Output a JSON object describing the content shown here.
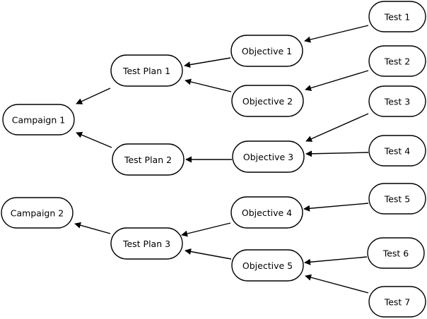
{
  "nodes": [
    {
      "id": "campaign-1",
      "label": "Campaign 1"
    },
    {
      "id": "campaign-2",
      "label": "Campaign 2"
    },
    {
      "id": "test-plan-1",
      "label": "Test Plan 1"
    },
    {
      "id": "test-plan-2",
      "label": "Test Plan 2"
    },
    {
      "id": "test-plan-3",
      "label": "Test Plan 3"
    },
    {
      "id": "objective-1",
      "label": "Objective 1"
    },
    {
      "id": "objective-2",
      "label": "Objective 2"
    },
    {
      "id": "objective-3",
      "label": "Objective 3"
    },
    {
      "id": "objective-4",
      "label": "Objective 4"
    },
    {
      "id": "objective-5",
      "label": "Objective 5"
    },
    {
      "id": "test-1",
      "label": "Test 1"
    },
    {
      "id": "test-2",
      "label": "Test 2"
    },
    {
      "id": "test-3",
      "label": "Test 3"
    },
    {
      "id": "test-4",
      "label": "Test 4"
    },
    {
      "id": "test-5",
      "label": "Test 5"
    },
    {
      "id": "test-6",
      "label": "Test 6"
    },
    {
      "id": "test-7",
      "label": "Test 7"
    }
  ],
  "edges": [
    {
      "from": "test-1",
      "to": "objective-1"
    },
    {
      "from": "test-2",
      "to": "objective-2"
    },
    {
      "from": "test-3",
      "to": "objective-3"
    },
    {
      "from": "test-4",
      "to": "objective-3"
    },
    {
      "from": "test-5",
      "to": "objective-4"
    },
    {
      "from": "test-6",
      "to": "objective-5"
    },
    {
      "from": "test-7",
      "to": "objective-5"
    },
    {
      "from": "objective-1",
      "to": "test-plan-1"
    },
    {
      "from": "objective-2",
      "to": "test-plan-1"
    },
    {
      "from": "objective-3",
      "to": "test-plan-2"
    },
    {
      "from": "objective-4",
      "to": "test-plan-3"
    },
    {
      "from": "objective-5",
      "to": "test-plan-3"
    },
    {
      "from": "test-plan-1",
      "to": "campaign-1"
    },
    {
      "from": "test-plan-2",
      "to": "campaign-1"
    },
    {
      "from": "test-plan-3",
      "to": "campaign-2"
    }
  ]
}
